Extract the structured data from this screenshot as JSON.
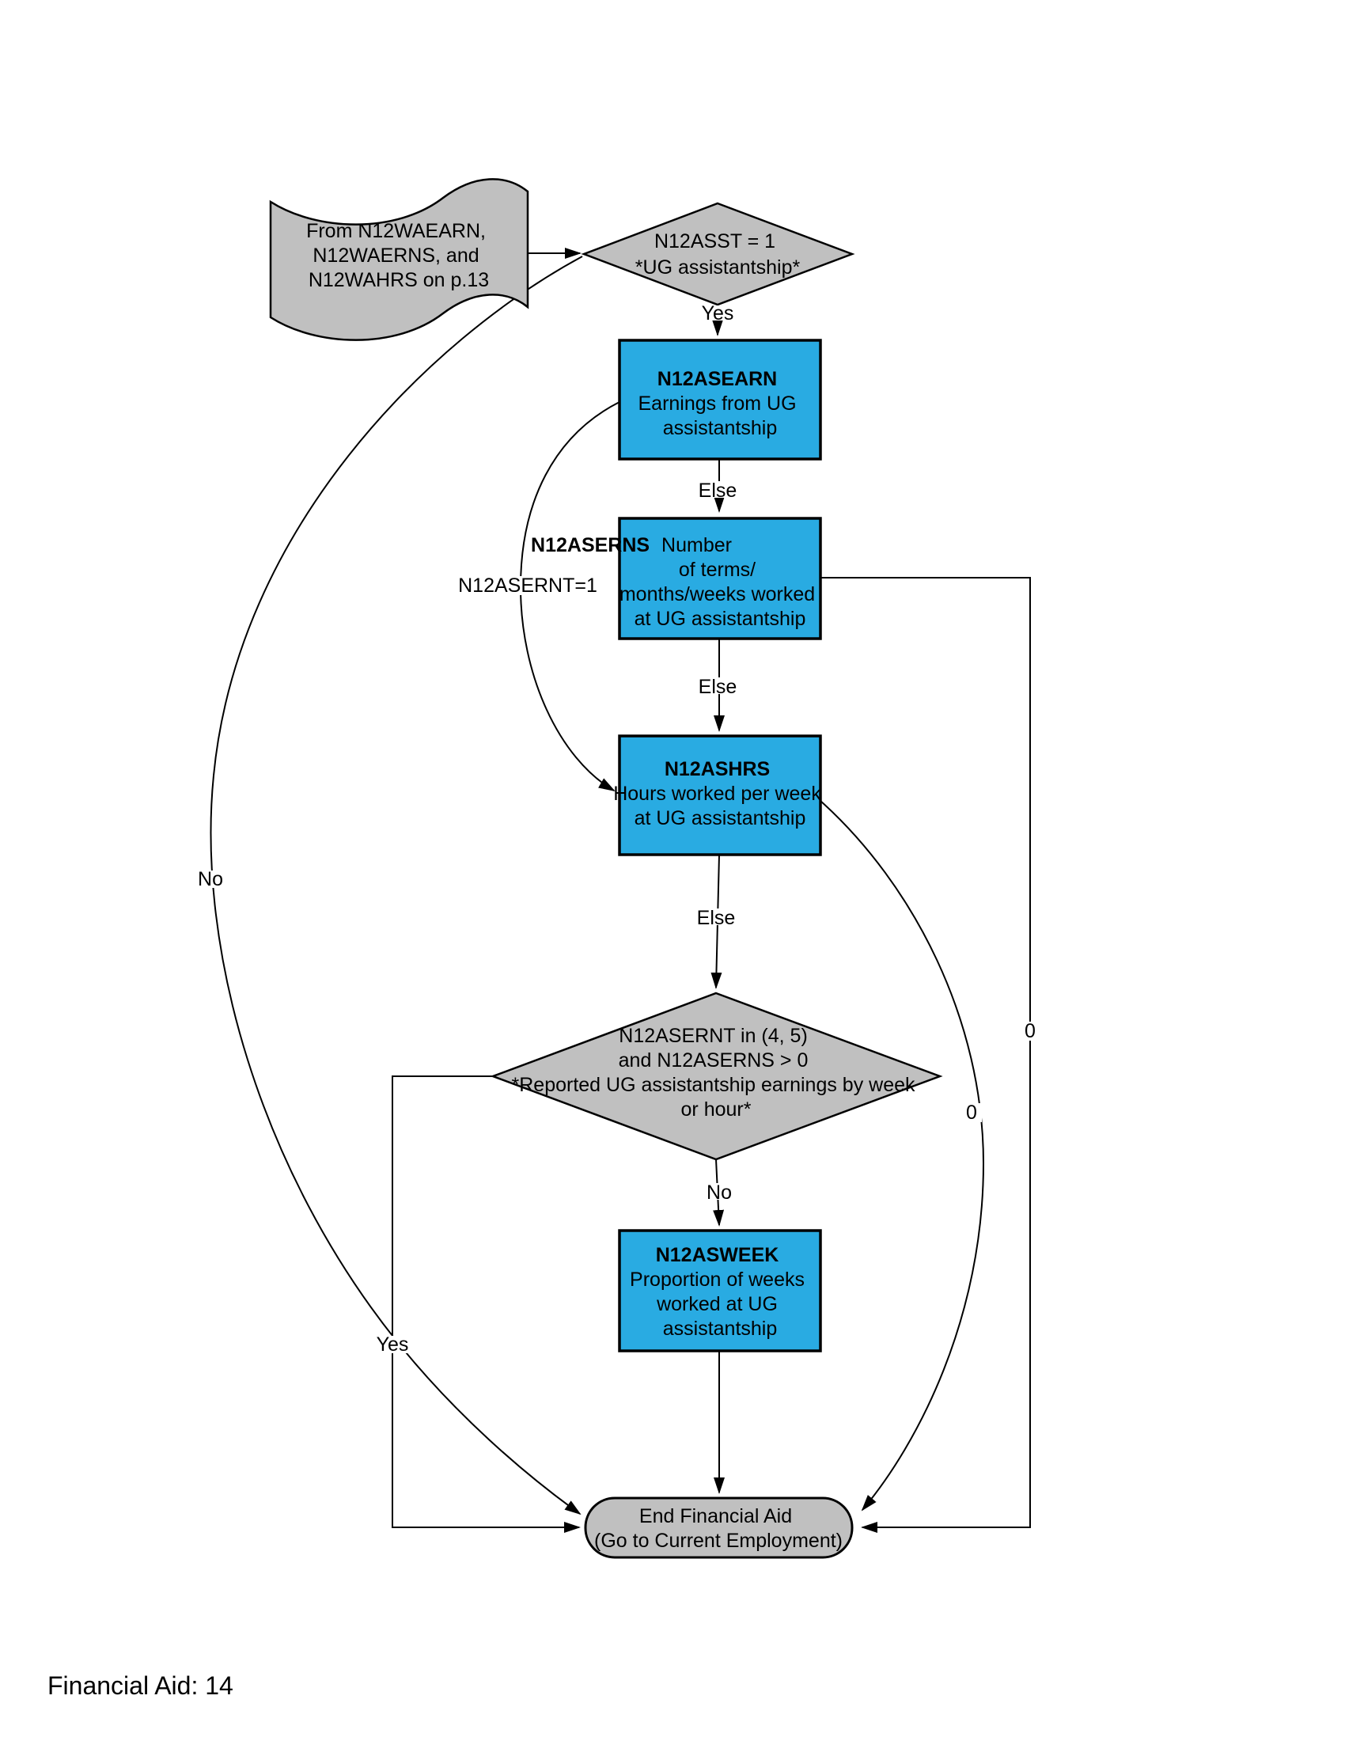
{
  "page": {
    "footer": "Financial Aid: 14"
  },
  "colors": {
    "variable_box_fill": "#29ABE2",
    "flow_shape_fill": "#C0C0C0",
    "stroke": "#000000",
    "background": "#FFFFFF"
  },
  "nodes": {
    "source": {
      "lines": [
        "From N12WAEARN,",
        "N12WAERNS, and",
        "N12WAHRS on p.13"
      ]
    },
    "decision_asst": {
      "lines": [
        "N12ASST = 1",
        "*UG assistantship*"
      ]
    },
    "asearn": {
      "title": "N12ASEARN",
      "lines": [
        "Earnings from UG",
        "assistantship"
      ]
    },
    "aserns": {
      "title": "N12ASERNS",
      "title_suffix": "Number",
      "lines": [
        "of terms/",
        "months/weeks worked",
        "at UG assistantship"
      ]
    },
    "ashrs": {
      "title": "N12ASHRS",
      "lines": [
        "Hours worked per week",
        "at UG assistantship"
      ]
    },
    "decision_ernt": {
      "lines": [
        "N12ASERNT in (4, 5)",
        "and N12ASERNS > 0",
        "*Reported UG assistantship earnings by week",
        "or hour*"
      ]
    },
    "asweek": {
      "title": "N12ASWEEK",
      "lines": [
        "Proportion of weeks",
        "worked at UG",
        "assistantship"
      ]
    },
    "end": {
      "lines": [
        "End Financial Aid",
        "(Go to Current Employment)"
      ]
    }
  },
  "edge_labels": {
    "yes_top": "Yes",
    "else_1": "Else",
    "else_2": "Else",
    "else_3": "Else",
    "no_bottom": "No",
    "no_left": "No",
    "yes_left": "Yes",
    "ernt_eq_1": "N12ASERNT=1",
    "zero_outer": "0",
    "zero_inner": "0"
  }
}
